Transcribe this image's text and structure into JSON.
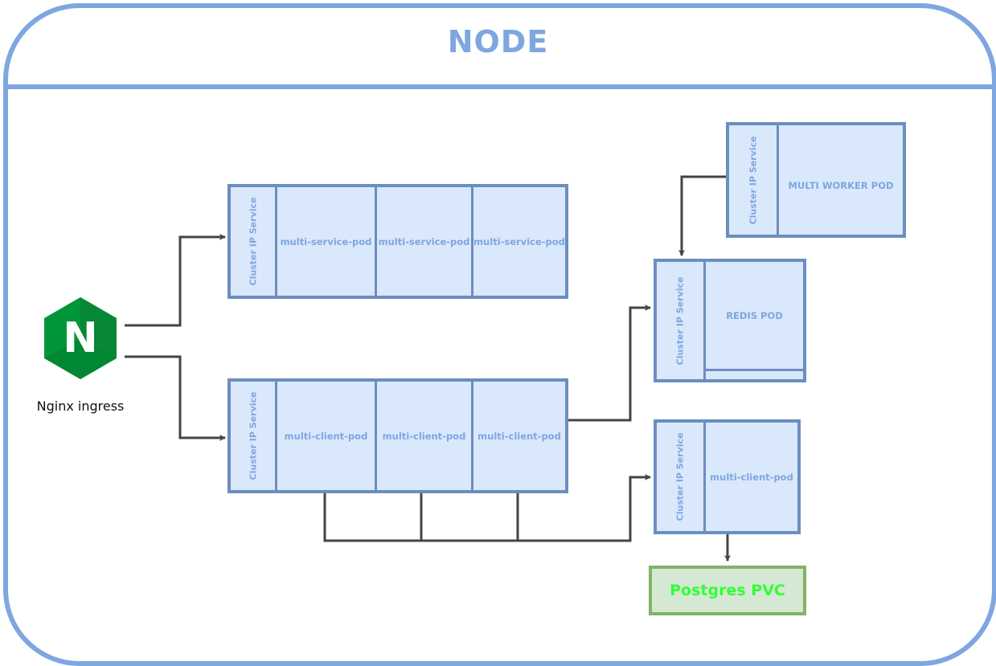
{
  "title": "NODE",
  "nginx": {
    "label": "Nginx ingress",
    "logo_letter": "N",
    "icon": "nginx-logo-icon"
  },
  "service_group": {
    "service_label": "Cluster IP Service",
    "pods": [
      "multi-service-pod",
      "multi-service-pod",
      "multi-service-pod"
    ]
  },
  "client_group": {
    "service_label": "Cluster IP Service",
    "pods": [
      "multi-client-pod",
      "multi-client-pod",
      "multi-client-pod"
    ]
  },
  "worker_group": {
    "service_label": "Cluster IP Service",
    "pod": "MULTI WORKER POD"
  },
  "redis_group": {
    "service_label": "Cluster IP Service",
    "pod": "REDIS POD"
  },
  "postgres_group": {
    "service_label": "Cluster IP Service",
    "pod": "multi-client-pod"
  },
  "pvc": {
    "label": "Postgres PVC"
  },
  "colors": {
    "frame": "#7ea6e0",
    "box_fill": "#dae8fc",
    "box_stroke": "#6c8ebf",
    "pvc_fill": "#d5e8d4",
    "pvc_stroke": "#82b366",
    "pvc_text": "#33ff33",
    "connector": "#444444",
    "nginx_green": "#009639"
  }
}
